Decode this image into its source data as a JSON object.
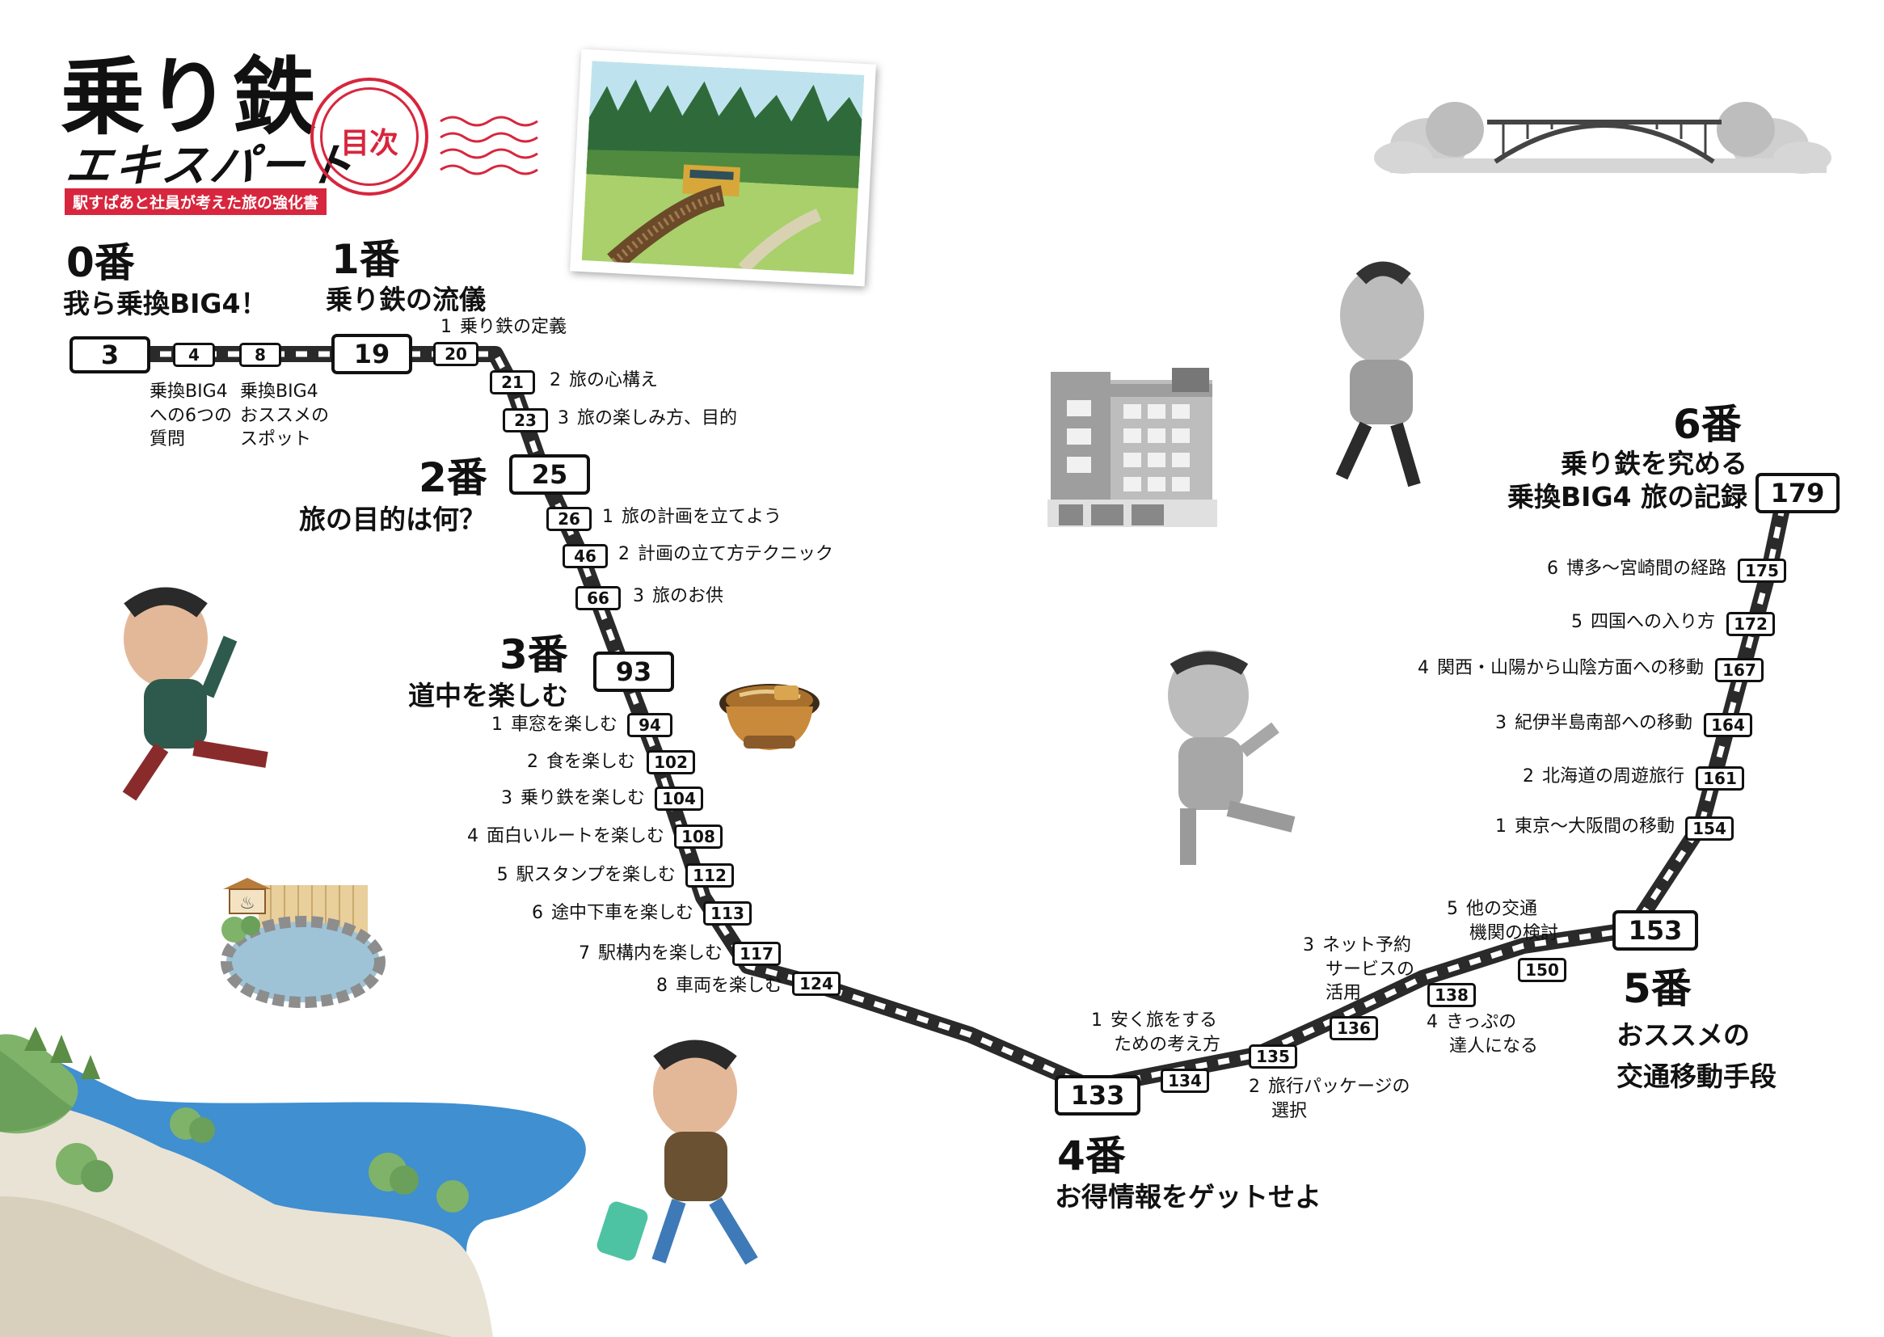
{
  "title": {
    "main": "乗り鉄",
    "sub": "エキスパート",
    "tagline": "駅すぱあと社員が考えた旅の強化書",
    "stamp": "目次"
  },
  "chapters": [
    {
      "num": "0番",
      "title": "我ら乗換BIG4！"
    },
    {
      "num": "1番",
      "title": "乗り鉄の流儀"
    },
    {
      "num": "2番",
      "title": "旅の目的は何？"
    },
    {
      "num": "3番",
      "title": "道中を楽しむ"
    },
    {
      "num": "4番",
      "title": "お得情報をゲットせよ"
    },
    {
      "num": "5番",
      "title_line1": "おススメの",
      "title_line2": "交通移動手段"
    },
    {
      "num": "6番",
      "title_line1": "乗り鉄を究める",
      "title_line2": "乗換BIG4 旅の記録"
    }
  ],
  "stations": {
    "c0": "3",
    "s0a": "4",
    "s0b": "8",
    "c1": "19",
    "s1_1": "20",
    "s1_2": "21",
    "s1_3": "23",
    "c2": "25",
    "s2_1": "26",
    "s2_2": "46",
    "s2_3": "66",
    "c3": "93",
    "s3_1": "94",
    "s3_2": "102",
    "s3_3": "104",
    "s3_4": "108",
    "s3_5": "112",
    "s3_6": "113",
    "s3_7": "117",
    "s3_8": "124",
    "c4": "133",
    "s4_1": "134",
    "s4_2": "135",
    "s4_3": "136",
    "s4_4": "138",
    "s4_5": "150",
    "c5": "153",
    "s5_1": "154",
    "s5_2": "161",
    "s5_3": "164",
    "s5_4": "167",
    "s5_5": "172",
    "s5_6": "175",
    "c6": "179"
  },
  "labels": {
    "l0a": [
      "乗換BIG4",
      "への6つの",
      "質問"
    ],
    "l0b": [
      "乗換BIG4",
      "おススメの",
      "スポット"
    ],
    "l1_1": {
      "n": "1",
      "t": "乗り鉄の定義"
    },
    "l1_2": {
      "n": "2",
      "t": "旅の心構え"
    },
    "l1_3": {
      "n": "3",
      "t": "旅の楽しみ方、目的"
    },
    "l2_1": {
      "n": "1",
      "t": "旅の計画を立てよう"
    },
    "l2_2": {
      "n": "2",
      "t": "計画の立て方テクニック"
    },
    "l2_3": {
      "n": "3",
      "t": "旅のお供"
    },
    "l3_1": {
      "n": "1",
      "t": "車窓を楽しむ"
    },
    "l3_2": {
      "n": "2",
      "t": "食を楽しむ"
    },
    "l3_3": {
      "n": "3",
      "t": "乗り鉄を楽しむ"
    },
    "l3_4": {
      "n": "4",
      "t": "面白いルートを楽しむ"
    },
    "l3_5": {
      "n": "5",
      "t": "駅スタンプを楽しむ"
    },
    "l3_6": {
      "n": "6",
      "t": "途中下車を楽しむ"
    },
    "l3_7": {
      "n": "7",
      "t": "駅構内を楽しむ"
    },
    "l3_8": {
      "n": "8",
      "t": "車両を楽しむ"
    },
    "l4_1": {
      "n": "1",
      "t1": "安く旅をする",
      "t2": "ための考え方"
    },
    "l4_2": {
      "n": "2",
      "t1": "旅行パッケージの",
      "t2": "選択"
    },
    "l4_3": {
      "n": "3",
      "t1": "ネット予約",
      "t2": "サービスの",
      "t3": "活用"
    },
    "l4_4": {
      "n": "4",
      "t1": "きっぷの",
      "t2": "達人になる"
    },
    "l4_5": {
      "n": "5",
      "t1": "他の交通",
      "t2": "機関の検討"
    },
    "l5_1": {
      "n": "1",
      "t": "東京～大阪間の移動"
    },
    "l5_2": {
      "n": "2",
      "t": "北海道の周遊旅行"
    },
    "l5_3": {
      "n": "3",
      "t": "紀伊半島南部への移動"
    },
    "l5_4": {
      "n": "4",
      "t": "関西・山陽から山陰方面への移動"
    },
    "l5_5": {
      "n": "5",
      "t": "四国への入り方"
    },
    "l5_6": {
      "n": "6",
      "t": "博多～宮崎間の経路"
    }
  },
  "colors": {
    "accent": "#d7263d",
    "track": "#2a2a2a",
    "sea": "#3f8fd1",
    "sand": "#e9e3d6",
    "grass": "#7fb36a",
    "gray": "#bdbdbd"
  },
  "icons": [
    "train-photo",
    "bridge-icon",
    "hotel-building-icon",
    "hot-spring-icon",
    "noodle-bowl-icon",
    "person-figure"
  ]
}
